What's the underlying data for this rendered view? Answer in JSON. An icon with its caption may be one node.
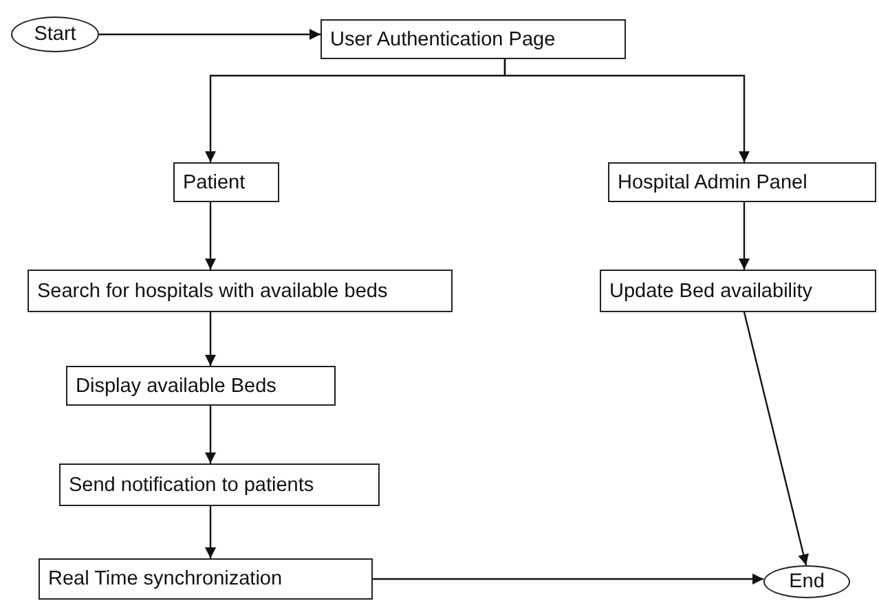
{
  "diagram": {
    "nodes": [
      {
        "text": [
          "Start"
        ]
      },
      {
        "text": [
          "User Authentication Page"
        ]
      },
      {
        "text": [
          "Patient"
        ]
      },
      {
        "text": [
          "Hospital Admin Panel"
        ]
      },
      {
        "text": [
          "Search for hospitals with available beds"
        ]
      },
      {
        "text": [
          "Update Bed availability"
        ]
      },
      {
        "text": [
          "Display available Beds"
        ]
      },
      {
        "text": [
          "Send notification to patients"
        ]
      },
      {
        "text": [
          "Real Time synchronization"
        ]
      },
      {
        "text": [
          "End"
        ]
      }
    ],
    "edges": [
      {
        "from": 0,
        "to": 1,
        "arrow": "to"
      },
      {
        "from": 1,
        "to": 2,
        "arrow": "to"
      },
      {
        "from": 1,
        "to": 3,
        "arrow": "to"
      },
      {
        "from": 2,
        "to": 4,
        "arrow": "to"
      },
      {
        "from": 3,
        "to": 5,
        "arrow": "to"
      },
      {
        "from": 4,
        "to": 6,
        "arrow": "to"
      },
      {
        "from": 6,
        "to": 7,
        "arrow": "to"
      },
      {
        "from": 7,
        "to": 8,
        "arrow": "to"
      },
      {
        "from": 5,
        "to": 9,
        "arrow": "to"
      },
      {
        "from": 8,
        "to": 9,
        "arrow": "to"
      }
    ]
  }
}
